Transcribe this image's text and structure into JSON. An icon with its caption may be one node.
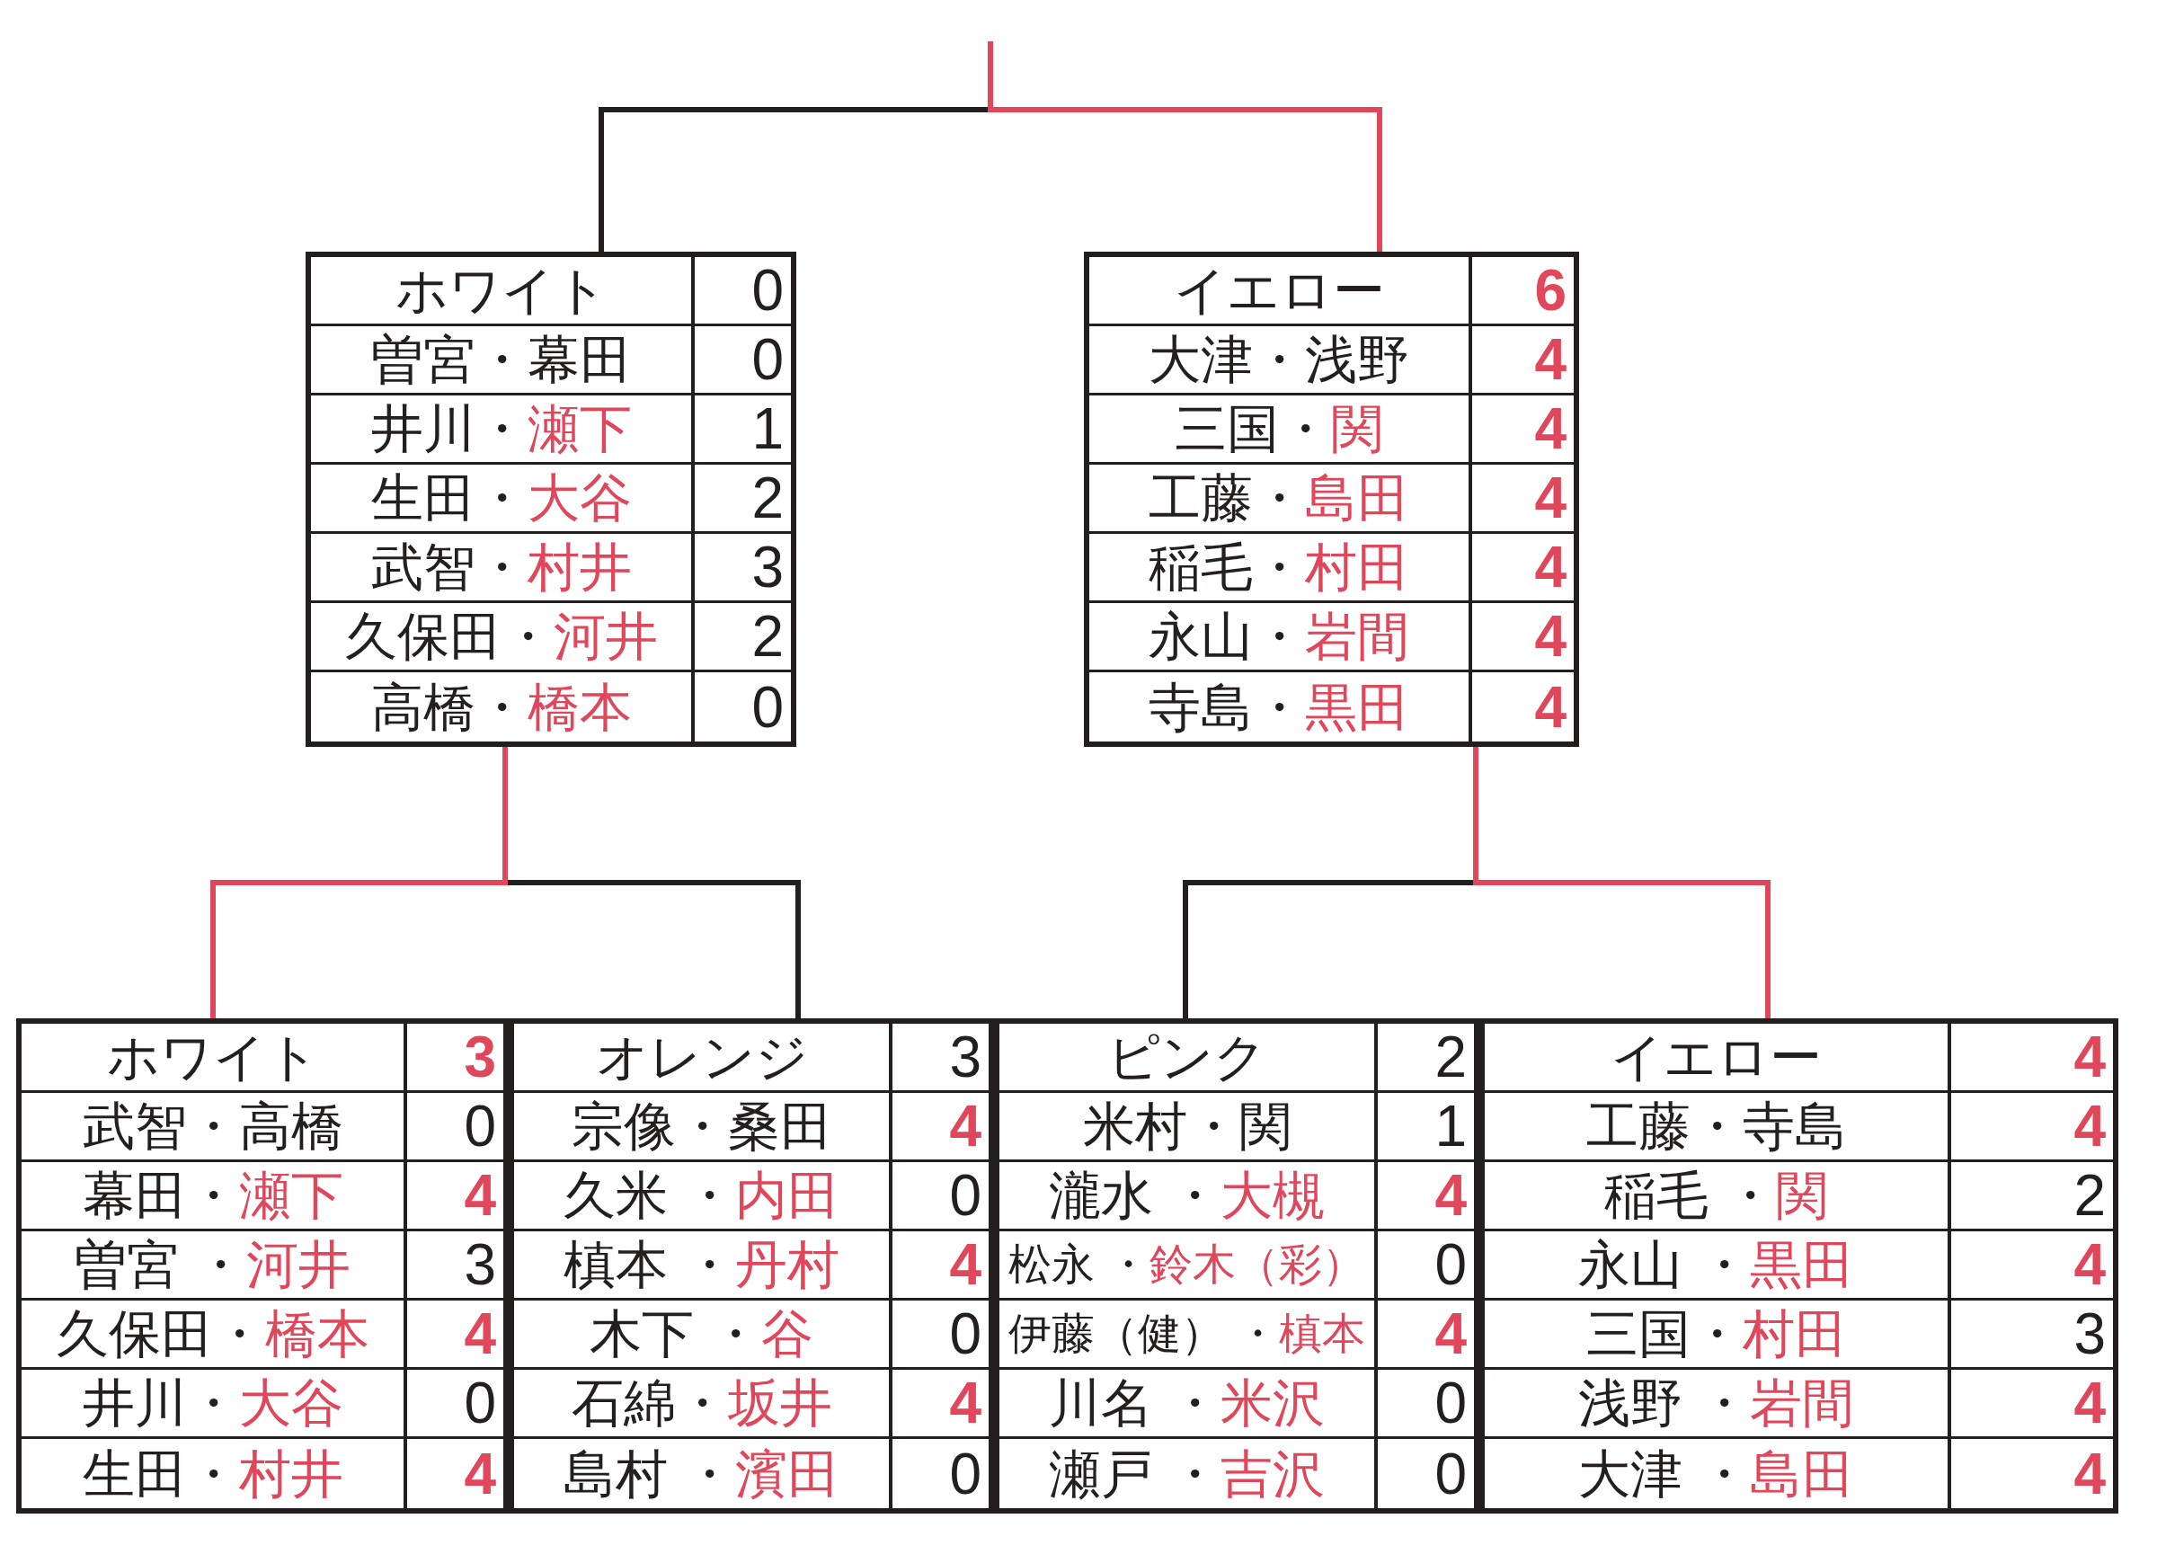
{
  "diagram": {
    "nodes": [
      {
        "text": [
          "ホワイト",
          "0",
          "曽宮・幕田",
          "0",
          "井川・瀬下",
          "1",
          "生田・大谷",
          "2",
          "武智・村井",
          "3",
          "久保田・河井",
          "2",
          "高橋・橋本",
          "0"
        ]
      },
      {
        "text": [
          "イエロー",
          "6",
          "大津・浅野",
          "4",
          "三国・関",
          "4",
          "工藤・島田",
          "4",
          "稲毛・村田",
          "4",
          "永山・岩間",
          "4",
          "寺島・黒田",
          "4"
        ]
      },
      {
        "text": [
          "ホワイト",
          "3",
          "武智・高橋",
          "0",
          "幕田・瀬下",
          "4",
          "曽宮 ・河井",
          "3",
          "久保田・橋本",
          "4",
          "井川・大谷",
          "0",
          "生田・村井",
          "4"
        ]
      },
      {
        "text": [
          "オレンジ",
          "3",
          "宗像・桑田",
          "4",
          "久米 ・内田",
          "0",
          "槙本 ・丹村",
          "4",
          "木下 ・谷",
          "0",
          "石綿・坂井",
          "4",
          "島村 ・濱田",
          "0"
        ]
      },
      {
        "text": [
          "ピンク",
          "2",
          "米村・関",
          "1",
          "瀧水 ・大槻",
          "4",
          "松永 ・鈴木（彩）",
          "0",
          "伊藤（健） ・槙本",
          "4",
          "川名 ・米沢",
          "0",
          "瀬戸 ・吉沢",
          "0"
        ]
      },
      {
        "text": [
          "イエロー",
          "4",
          "工藤・寺島",
          "4",
          "稲毛 ・関",
          "2",
          "永山 ・黒田",
          "4",
          "三国・村田",
          "3",
          "浅野 ・岩間",
          "4",
          "大津 ・島田",
          "4"
        ]
      }
    ],
    "edges": [
      {
        "from": 0,
        "to": null,
        "arrow": "none",
        "color": "#231f1e"
      },
      {
        "from": 1,
        "to": null,
        "arrow": "none",
        "color": "#e0475b"
      },
      {
        "from": 2,
        "to": 0,
        "arrow": "none",
        "color": "#e0475b"
      },
      {
        "from": 3,
        "to": 0,
        "arrow": "none",
        "color": "#231f1e"
      },
      {
        "from": 4,
        "to": 1,
        "arrow": "none",
        "color": "#231f1e"
      },
      {
        "from": 5,
        "to": 1,
        "arrow": "none",
        "color": "#e0475b"
      }
    ]
  }
}
